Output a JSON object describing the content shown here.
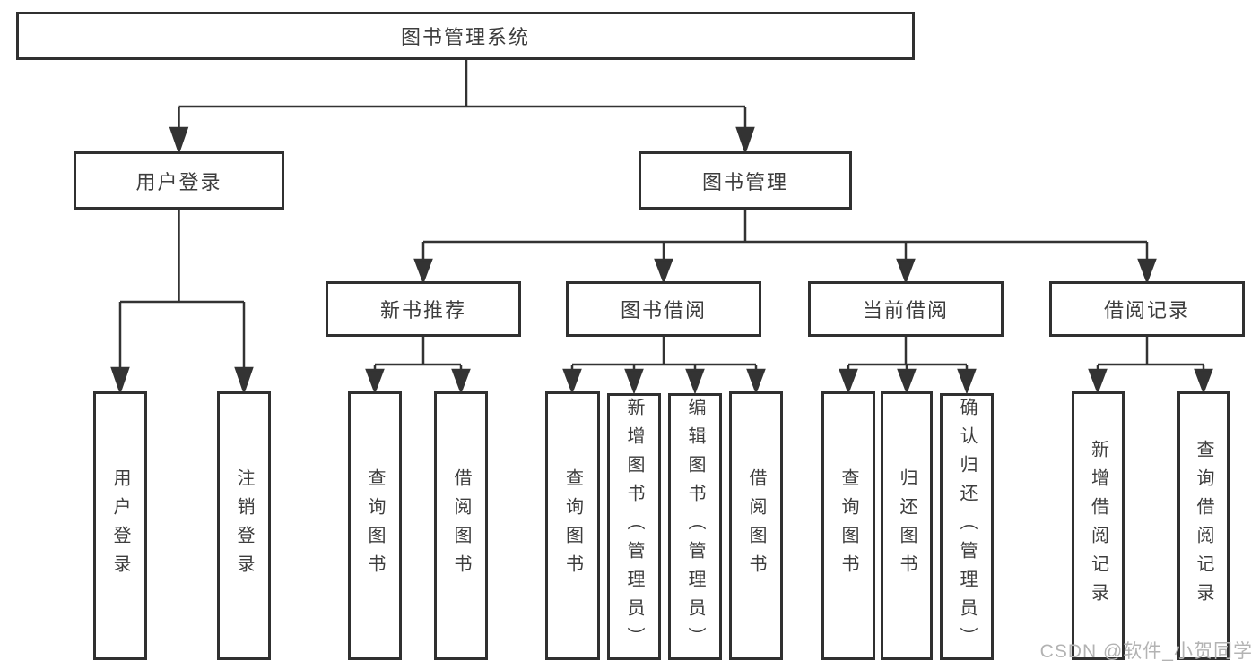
{
  "tree": {
    "root": {
      "label": "图书管理系统"
    },
    "user_login": {
      "label": "用户登录",
      "children": [
        "用户登录",
        "注销登录"
      ]
    },
    "book_management": {
      "label": "图书管理",
      "sections": [
        {
          "label": "新书推荐",
          "children": [
            "查询图书",
            "借阅图书"
          ]
        },
        {
          "label": "图书借阅",
          "children": [
            "查询图书",
            "新增图书（管理员）",
            "编辑图书（管理员）",
            "借阅图书"
          ]
        },
        {
          "label": "当前借阅",
          "children": [
            "查询图书",
            "归还图书",
            "确认归还（管理员）"
          ]
        },
        {
          "label": "借阅记录",
          "children": [
            "新增借阅记录",
            "查询借阅记录"
          ]
        }
      ]
    }
  },
  "watermark": "CSDN @软件_小贺同学",
  "colors": {
    "line": "#333333",
    "box_border": "#303030",
    "text": "#3d3d3d",
    "watermark": "#b3b3b3",
    "background": "#ffffff"
  }
}
